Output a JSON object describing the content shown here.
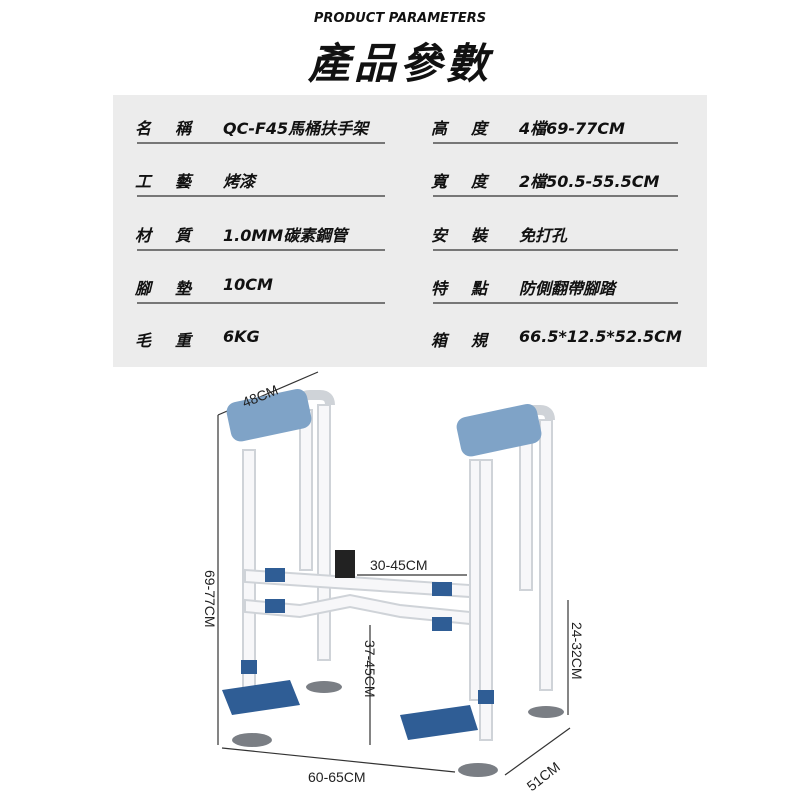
{
  "header": {
    "subtitle": "PRODUCT PARAMETERS",
    "title": "產品參數"
  },
  "specs_left": [
    {
      "label_a": "名",
      "label_b": "稱",
      "value": "QC-F45馬桶扶手架"
    },
    {
      "label_a": "工",
      "label_b": "藝",
      "value": "烤漆"
    },
    {
      "label_a": "材",
      "label_b": "質",
      "value": "1.0MM碳素鋼管"
    },
    {
      "label_a": "腳",
      "label_b": "墊",
      "value": "10CM"
    },
    {
      "label_a": "毛",
      "label_b": "重",
      "value": "6KG"
    }
  ],
  "specs_right": [
    {
      "label_a": "高",
      "label_b": "度",
      "value": "4檔69-77CM"
    },
    {
      "label_a": "寬",
      "label_b": "度",
      "value": "2檔50.5-55.5CM"
    },
    {
      "label_a": "安",
      "label_b": "裝",
      "value": "免打孔"
    },
    {
      "label_a": "特",
      "label_b": "點",
      "value": "防側翻帶腳踏"
    },
    {
      "label_a": "箱",
      "label_b": "規",
      "value": "66.5*12.5*52.5CM"
    }
  ],
  "dimensions": {
    "depth": "48CM",
    "height": "69-77CM",
    "inner_width": "30-45CM",
    "seat_height": "37-45CM",
    "leg_height": "24-32CM",
    "width": "60-65CM",
    "base_depth": "51CM"
  },
  "colors": {
    "panel": "#ececec",
    "armrest": "#7fa3c7",
    "foot": "#2f5d95",
    "frame": "#f4f4f6"
  }
}
